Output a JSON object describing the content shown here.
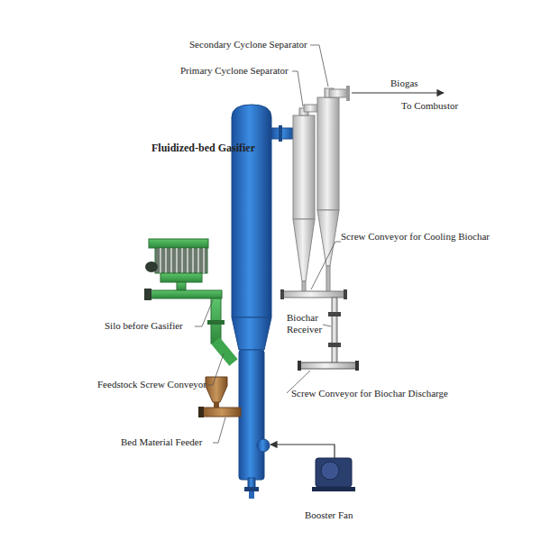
{
  "diagram": {
    "labels": [
      "Secondary Cyclone Separator",
      "Primary Cyclone Separator",
      "Biogas",
      "Fluidized-bed Gasifier",
      "To Combustor",
      "Screw Conveyor for Cooling Biochar",
      "Silo before Gasifier",
      "Biochar Receiver",
      "Feedstock Screw Conveyor",
      "Screw Conveyor for Biochar Discharge",
      "Bed Material Feeder",
      "Booster Fan"
    ]
  }
}
